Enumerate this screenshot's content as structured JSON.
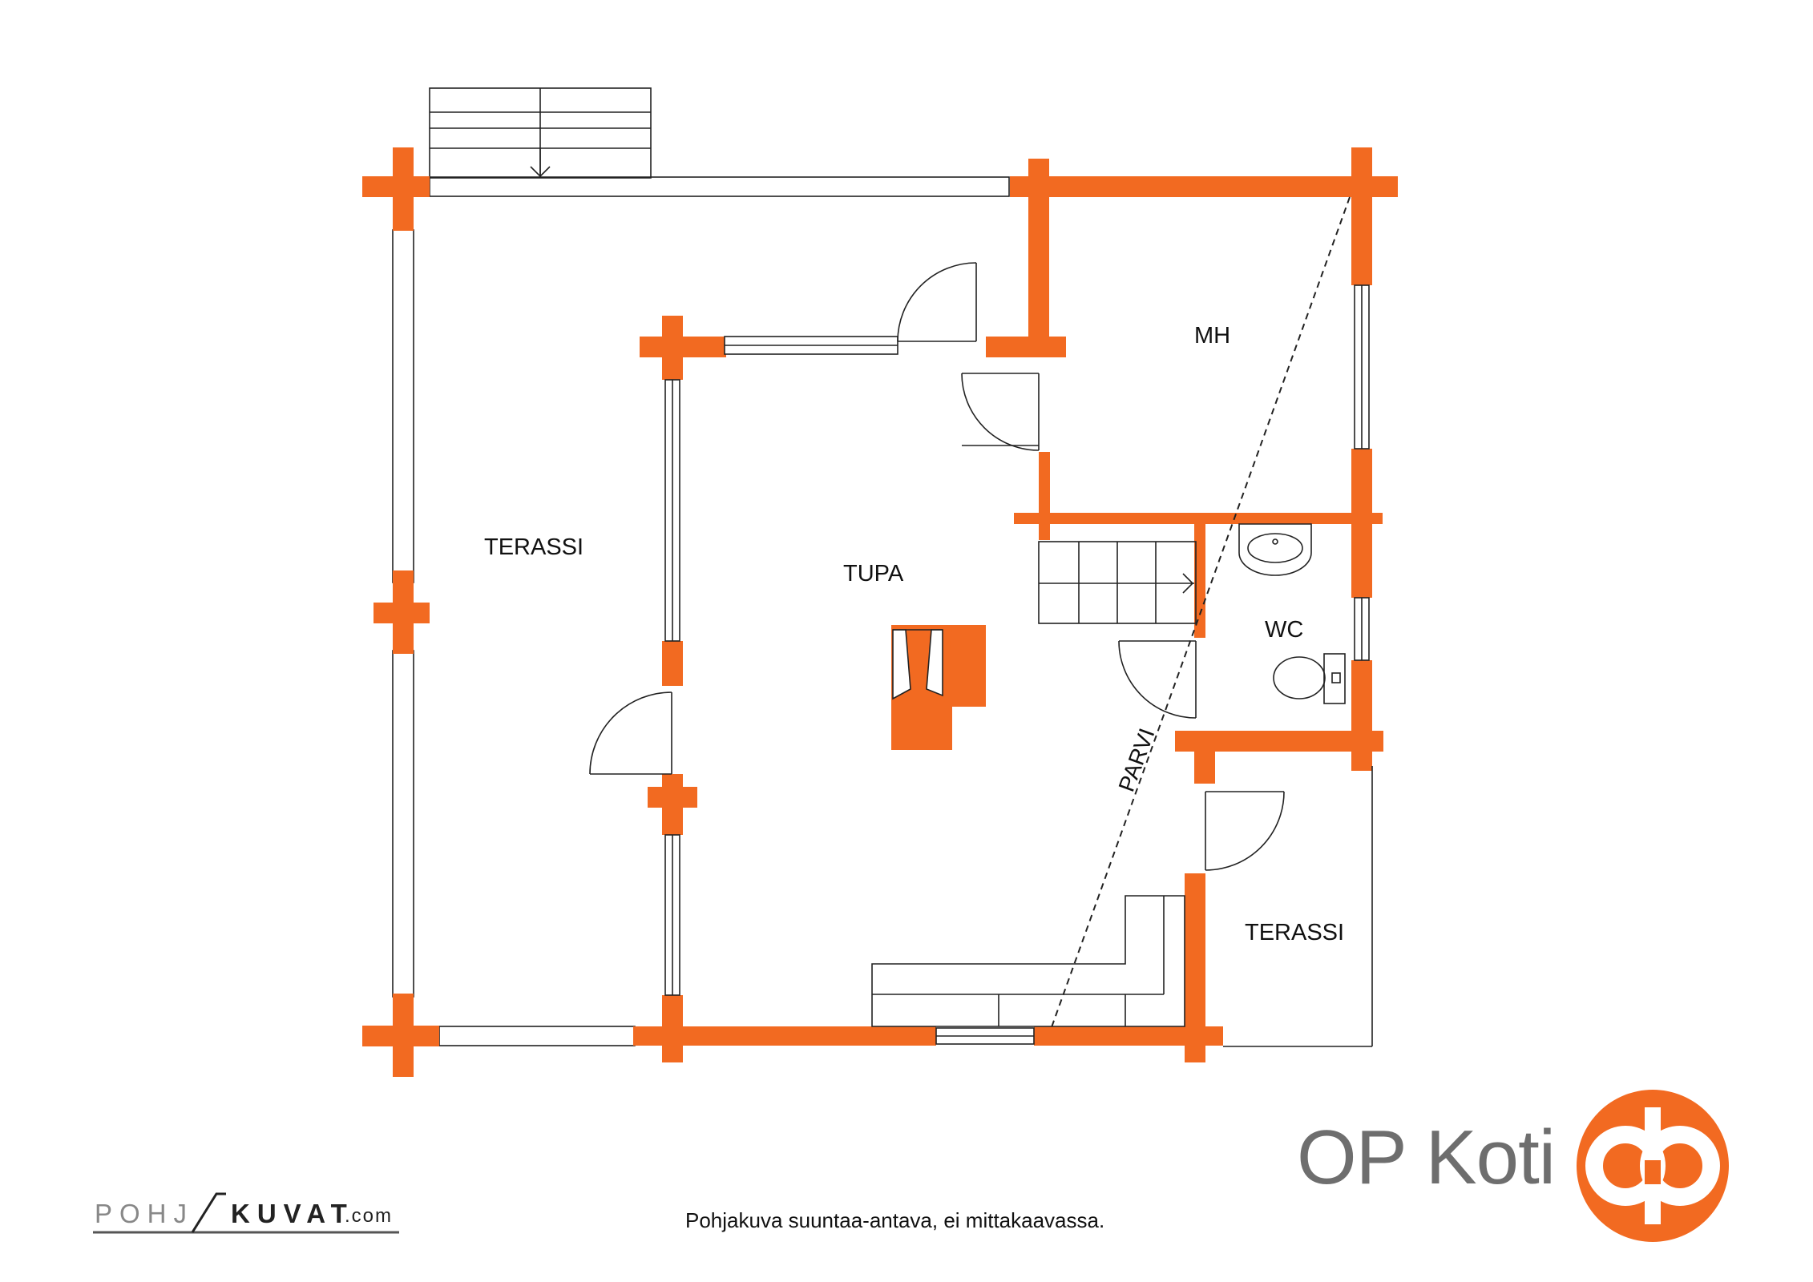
{
  "rooms": {
    "terrace_left": "TERASSI",
    "living": "TUPA",
    "bedroom": "MH",
    "wc": "WC",
    "loft": "PARVI",
    "terrace_right": "TERASSI"
  },
  "brand": {
    "name": "OP Koti",
    "color": "#F26A21"
  },
  "disclaimer": "Pohjakuva suuntaa-antava, ei mittakaavassa.",
  "watermark": {
    "part1": "POHJ",
    "part2": "KUVAT",
    "domain": ".com"
  },
  "colors": {
    "wall": "#F26A21",
    "line": "#222222"
  }
}
